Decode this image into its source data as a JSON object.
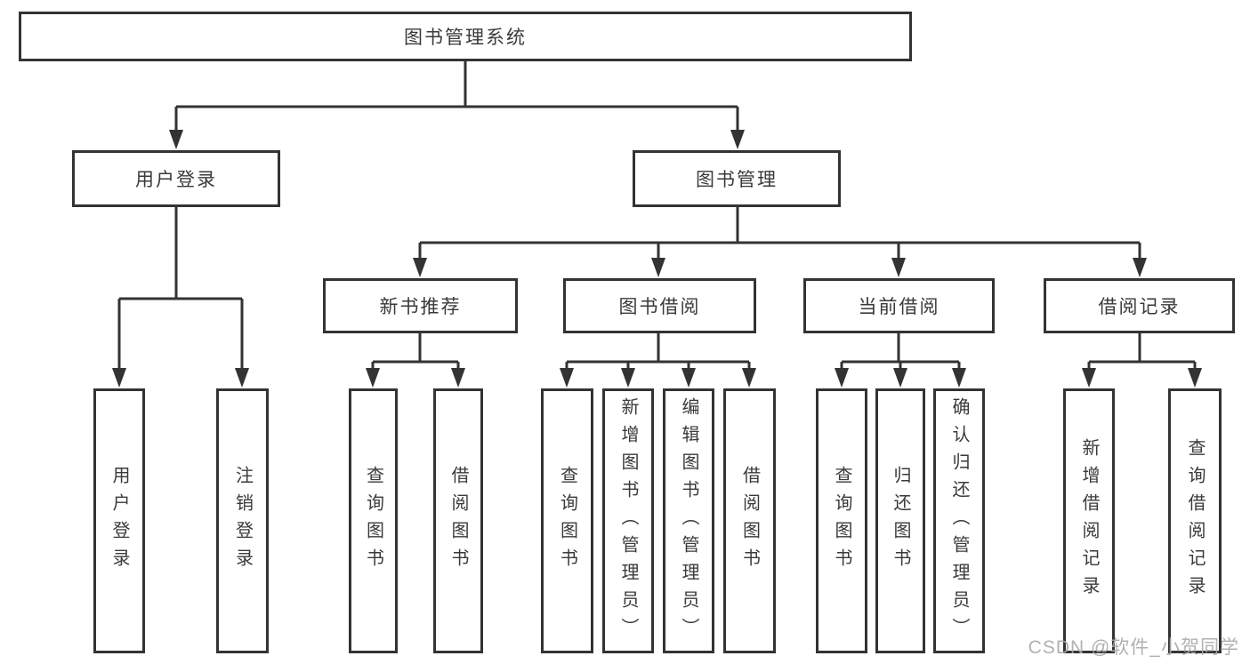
{
  "diagram": {
    "root": "图书管理系统",
    "user_login": {
      "label": "用户登录",
      "children": [
        "用户登录",
        "注销登录"
      ]
    },
    "book_mgmt": {
      "label": "图书管理",
      "sections": {
        "new_books": {
          "label": "新书推荐",
          "children": [
            "查询图书",
            "借阅图书"
          ]
        },
        "book_borrow": {
          "label": "图书借阅",
          "children": [
            "查询图书",
            "新增图书（管理员）",
            "编辑图书（管理员）",
            "借阅图书"
          ]
        },
        "current_borrow": {
          "label": "当前借阅",
          "children": [
            "查询图书",
            "归还图书",
            "确认归还（管理员）"
          ]
        },
        "borrow_records": {
          "label": "借阅记录",
          "children": [
            "新增借阅记录",
            "查询借阅记录"
          ]
        }
      }
    }
  },
  "watermark": {
    "text": "CSDN @软件_小贺同学"
  },
  "colors": {
    "line": "#333333",
    "text": "#3a3a3a",
    "watermark": "#a9a9a9",
    "background": "#ffffff"
  }
}
